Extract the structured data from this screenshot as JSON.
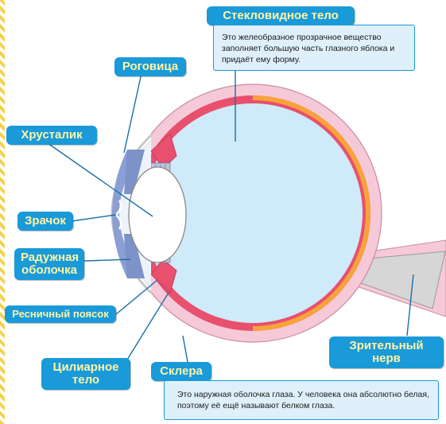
{
  "labels": {
    "vitreous": "Стекловидное тело",
    "cornea": "Роговица",
    "lens": "Хрусталик",
    "pupil": "Зрачок",
    "iris": "Радужная\nоболочка",
    "zonule": "Ресничный поясок",
    "ciliary": "Цилиарное\nтело",
    "sclera": "Склера",
    "optic_nerve": "Зрительный нерв"
  },
  "descriptions": {
    "vitreous": "Это желеобразное прозрачное вещество заполняет большую часть глазного яблока и придаёт ему форму.",
    "sclera": "Это наружная оболочка глаза. У человека она абсолютно белая, поэтому её ещё называют белком глаза."
  },
  "colors": {
    "label_bg": "#1a9ad8",
    "label_text": "#fff4a8",
    "sclera": "#f6c9d8",
    "choroid": "#f7a33a",
    "retina": "#e8506e",
    "vitreous": "#cfeaf8",
    "iris": "#8aa0d4",
    "nerve": "#d6d6d6"
  }
}
